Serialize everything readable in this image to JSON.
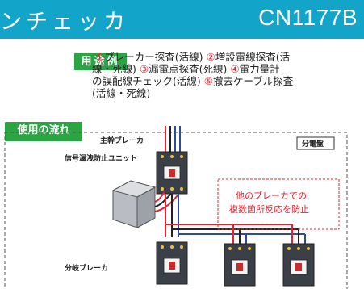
{
  "header": {
    "title": "ンチェッカ",
    "model": "CN1177B"
  },
  "usage": {
    "badge": "用途例",
    "lines": [
      [
        {
          "num": "①",
          "text": "ブレーカー探査(活線)"
        },
        {
          "num": "②",
          "text": "増設電線探査(活"
        }
      ],
      [
        {
          "num": "",
          "text": "線・死線)"
        },
        {
          "num": "③",
          "text": "漏電点探査(死線)"
        },
        {
          "num": "④",
          "text": "電力量計"
        }
      ],
      [
        {
          "num": "",
          "text": "の誤配線チェック(活線)"
        },
        {
          "num": "⑤",
          "text": "撤去ケーブル探査"
        }
      ],
      [
        {
          "num": "",
          "text": "(活線・死線)"
        }
      ]
    ]
  },
  "flow": {
    "badge": "使用の流れ"
  },
  "diagram": {
    "main_breaker": "主幹ブレーカ",
    "leak_unit": "信号漏洩防止ユニット",
    "panel": "分電盤",
    "branch_breaker": "分岐ブレーカ",
    "note_line1": "他のブレーカでの",
    "note_line2": "複数箇所反応を防止"
  },
  "colors": {
    "header_bg": "#12a4c9",
    "badge_green": "#2aa543",
    "accent_red": "#e8212e",
    "wire_blue": "#2f4a9c",
    "breaker_body": "#3b3f47"
  }
}
